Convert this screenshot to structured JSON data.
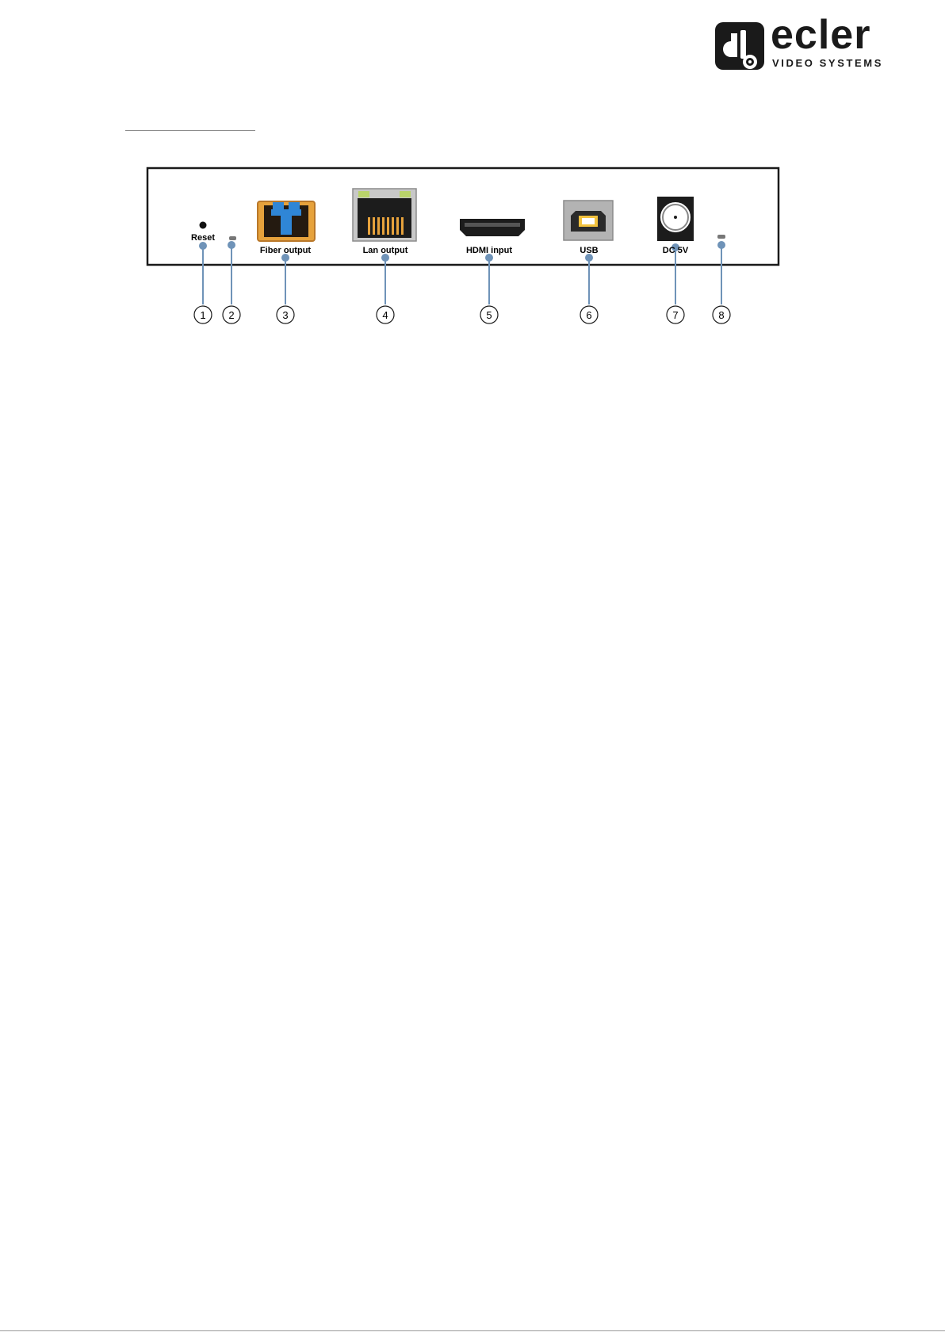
{
  "header": {
    "brand": "ecler",
    "tagline": "VIDEO SYSTEMS"
  },
  "panel": {
    "connectors": [
      {
        "number": "1",
        "label": "Reset"
      },
      {
        "number": "2",
        "label": ""
      },
      {
        "number": "3",
        "label": "Fiber output"
      },
      {
        "number": "4",
        "label": "Lan output"
      },
      {
        "number": "5",
        "label": "HDMI input"
      },
      {
        "number": "6",
        "label": "USB"
      },
      {
        "number": "7",
        "label": "DC 5V"
      },
      {
        "number": "8",
        "label": ""
      }
    ]
  },
  "colors": {
    "callout": "#6f93b8",
    "fiber_body": "#e6a23c",
    "fiber_clip": "#2f86d6",
    "led_green": "#b9d36a",
    "usb_insert": "#f2c23e"
  }
}
